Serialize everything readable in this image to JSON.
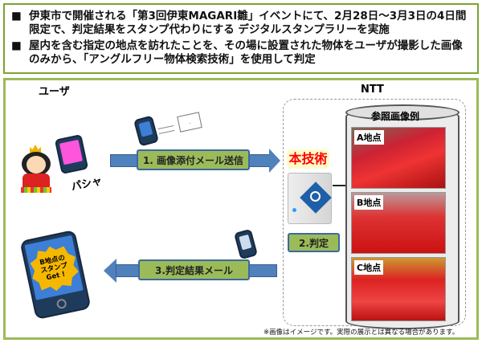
{
  "summary": {
    "bullets": [
      "伊東市で開催される「第3回伊東MAGARI雛」イベントにて、2月28日～3月3日の4日間限定で、判定結果をスタンプ代わりにする デジタルスタンプラリーを実施",
      "屋内を含む指定の地点を訪れたことを、その場に設置された物体をユーザが撮影した画像のみから、「アングルフリー物体検索技術」を使用して判定"
    ],
    "bullet_icon": "■"
  },
  "diagram": {
    "user_label": "ユーザ",
    "shutter_text": "パシャ",
    "step1": "1. 画像添付メール送信",
    "step2": "2.判定",
    "step3": "3.判定結果メール",
    "stamp_text": [
      "B地点の",
      "スタンプ",
      "Get !"
    ],
    "ntt_label": "NTT",
    "tech_label": "本技術",
    "db_label": "参照画像例",
    "images": [
      "A地点",
      "B地点",
      "C地点"
    ],
    "footnote": "※画像はイメージです。実際の展示とは異なる場合があります。"
  },
  "colors": {
    "accent": "#9bbb59",
    "arrow": "#4f81bd",
    "tech": "#ff0000"
  }
}
